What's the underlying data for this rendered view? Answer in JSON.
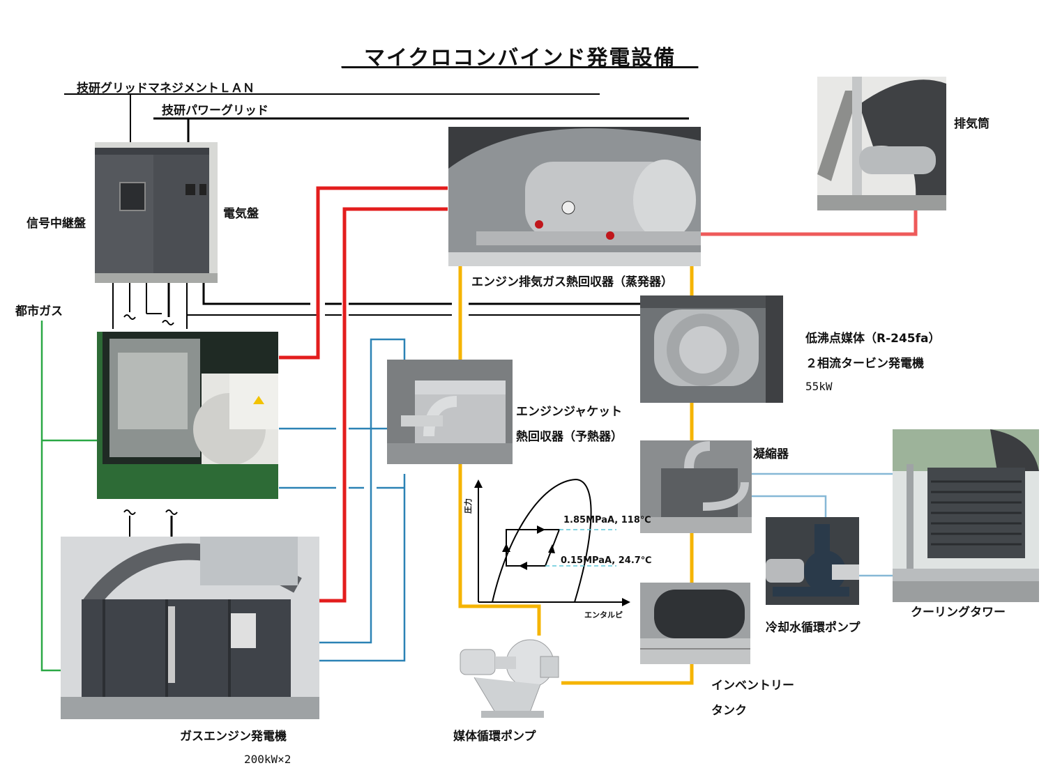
{
  "title": "＿マイクロコンバインド発電設備＿",
  "networks": {
    "lan": "技研グリッドマネジメントＬＡＮ",
    "power_grid": "技研パワーグリッド"
  },
  "labels": {
    "signal_relay": "信号中継盤",
    "electrical_panel": "電気盤",
    "city_gas": "都市ガス",
    "exhaust_stack": "排気筒",
    "exhaust_heat_recovery": "エンジン排気ガス熱回収器（蒸発器）",
    "medium_line1": "低沸点媒体（R-245fa）",
    "medium_line2": "２相流タービン発電機",
    "turbine_power": "55kW",
    "jacket_line1": "エンジンジャケット",
    "jacket_line2": "熱回収器（予熱器）",
    "condenser": "凝縮器",
    "cooling_pump": "冷却水循環ポンプ",
    "cooling_tower": "クーリングタワー",
    "inventory_line1": "インベントリー",
    "inventory_line2": "タンク",
    "medium_pump": "媒体循環ポンプ",
    "gas_engine": "ガスエンジン発電機",
    "gas_engine_power": "200kW×2"
  },
  "ph_diagram": {
    "y_axis": "圧力",
    "x_axis": "エンタルピ",
    "high_point": "1.85MPaA, 118℃",
    "low_point": "0.15MPaA, 24.7℃"
  },
  "colors": {
    "hot_exhaust": "#e31d1d",
    "exhaust_stack_line": "#ee5a5a",
    "medium_loop": "#f5b400",
    "water_loop": "#2b82b5",
    "cooling_water": "#86b8d6",
    "gas_line": "#2aa845",
    "grid_line": "#000000"
  }
}
